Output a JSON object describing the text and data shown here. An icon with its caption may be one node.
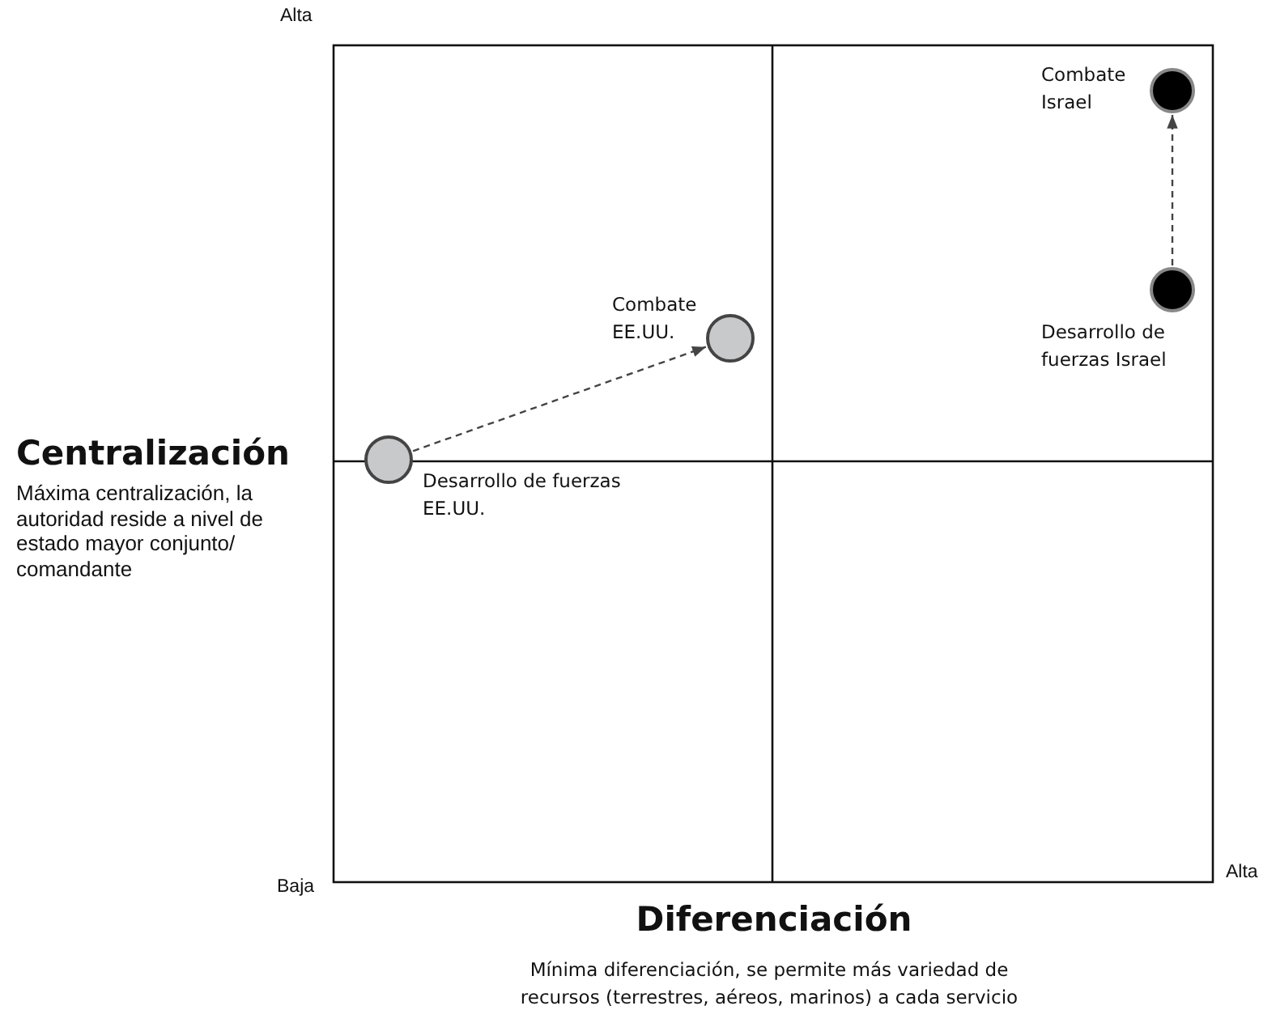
{
  "diagram": {
    "nodes": [
      {
        "text": [],
        "shape": "circle",
        "beside": [
          "Combate Israel"
        ]
      },
      {
        "text": [],
        "shape": "circle",
        "beside": [
          "Combate EE.UU."
        ]
      },
      {
        "text": [],
        "shape": "circle",
        "beside": [
          "Desarrollo de fuerzas Israel"
        ]
      },
      {
        "text": [],
        "shape": "circle",
        "beside": [
          "Desarrollo de fuerzas EE.UU."
        ]
      }
    ],
    "edges": [
      {
        "from": 3,
        "to": 1,
        "arrow": "to",
        "style": "dashed"
      },
      {
        "from": 2,
        "to": 0,
        "arrow": "to",
        "style": "dashed"
      }
    ],
    "labels": [
      "Alta",
      "Centralización",
      "Máxima centralización, la autoridad reside a nivel de estado mayor conjunto/ comandante",
      "Baja",
      "Alta",
      "Diferenciación",
      "Mínima diferenciación, se permite más variedad de recursos (terrestres, aéreos, marinos) a cada servicio"
    ]
  }
}
